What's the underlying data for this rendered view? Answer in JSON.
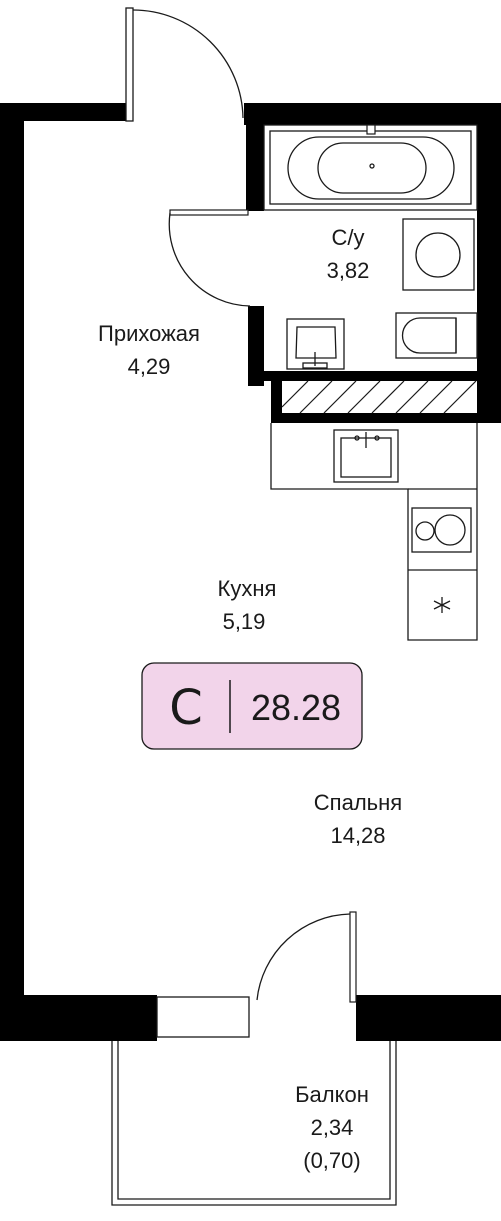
{
  "unit": {
    "type_letter": "С",
    "total_area": "28.28",
    "badge_color": "#f2d4ea"
  },
  "rooms": {
    "bathroom": {
      "name": "С/у",
      "area": "3,82"
    },
    "hallway": {
      "name": "Прихожая",
      "area": "4,29"
    },
    "kitchen": {
      "name": "Кухня",
      "area": "5,19"
    },
    "bedroom": {
      "name": "Спальня",
      "area": "14,28"
    },
    "balcony": {
      "name": "Балкон",
      "area": "2,34",
      "area_coef": "(0,70)"
    }
  },
  "colors": {
    "wall": "#000000",
    "line": "#1a1a1a"
  }
}
